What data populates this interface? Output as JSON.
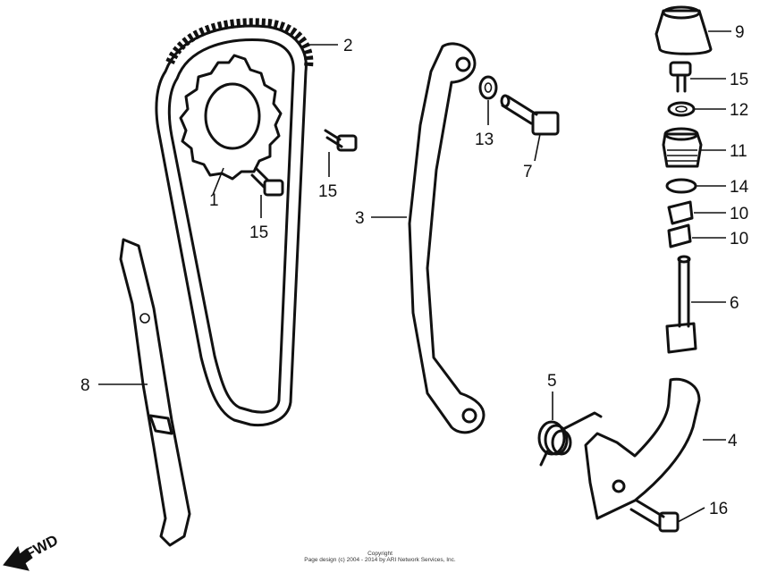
{
  "callouts": {
    "c1": "1",
    "c2": "2",
    "c3": "3",
    "c4": "4",
    "c5": "5",
    "c6": "6",
    "c7": "7",
    "c8": "8",
    "c9": "9",
    "c10a": "10",
    "c10b": "10",
    "c11": "11",
    "c12": "12",
    "c13": "13",
    "c14": "14",
    "c15a": "15",
    "c15b": "15",
    "c15c": "15",
    "c16": "16"
  },
  "direction_label": "FWD",
  "copyright": {
    "line1": "Copyright",
    "line2": "Page design (c) 2004 - 2014 by ARI Network Services, Inc."
  }
}
